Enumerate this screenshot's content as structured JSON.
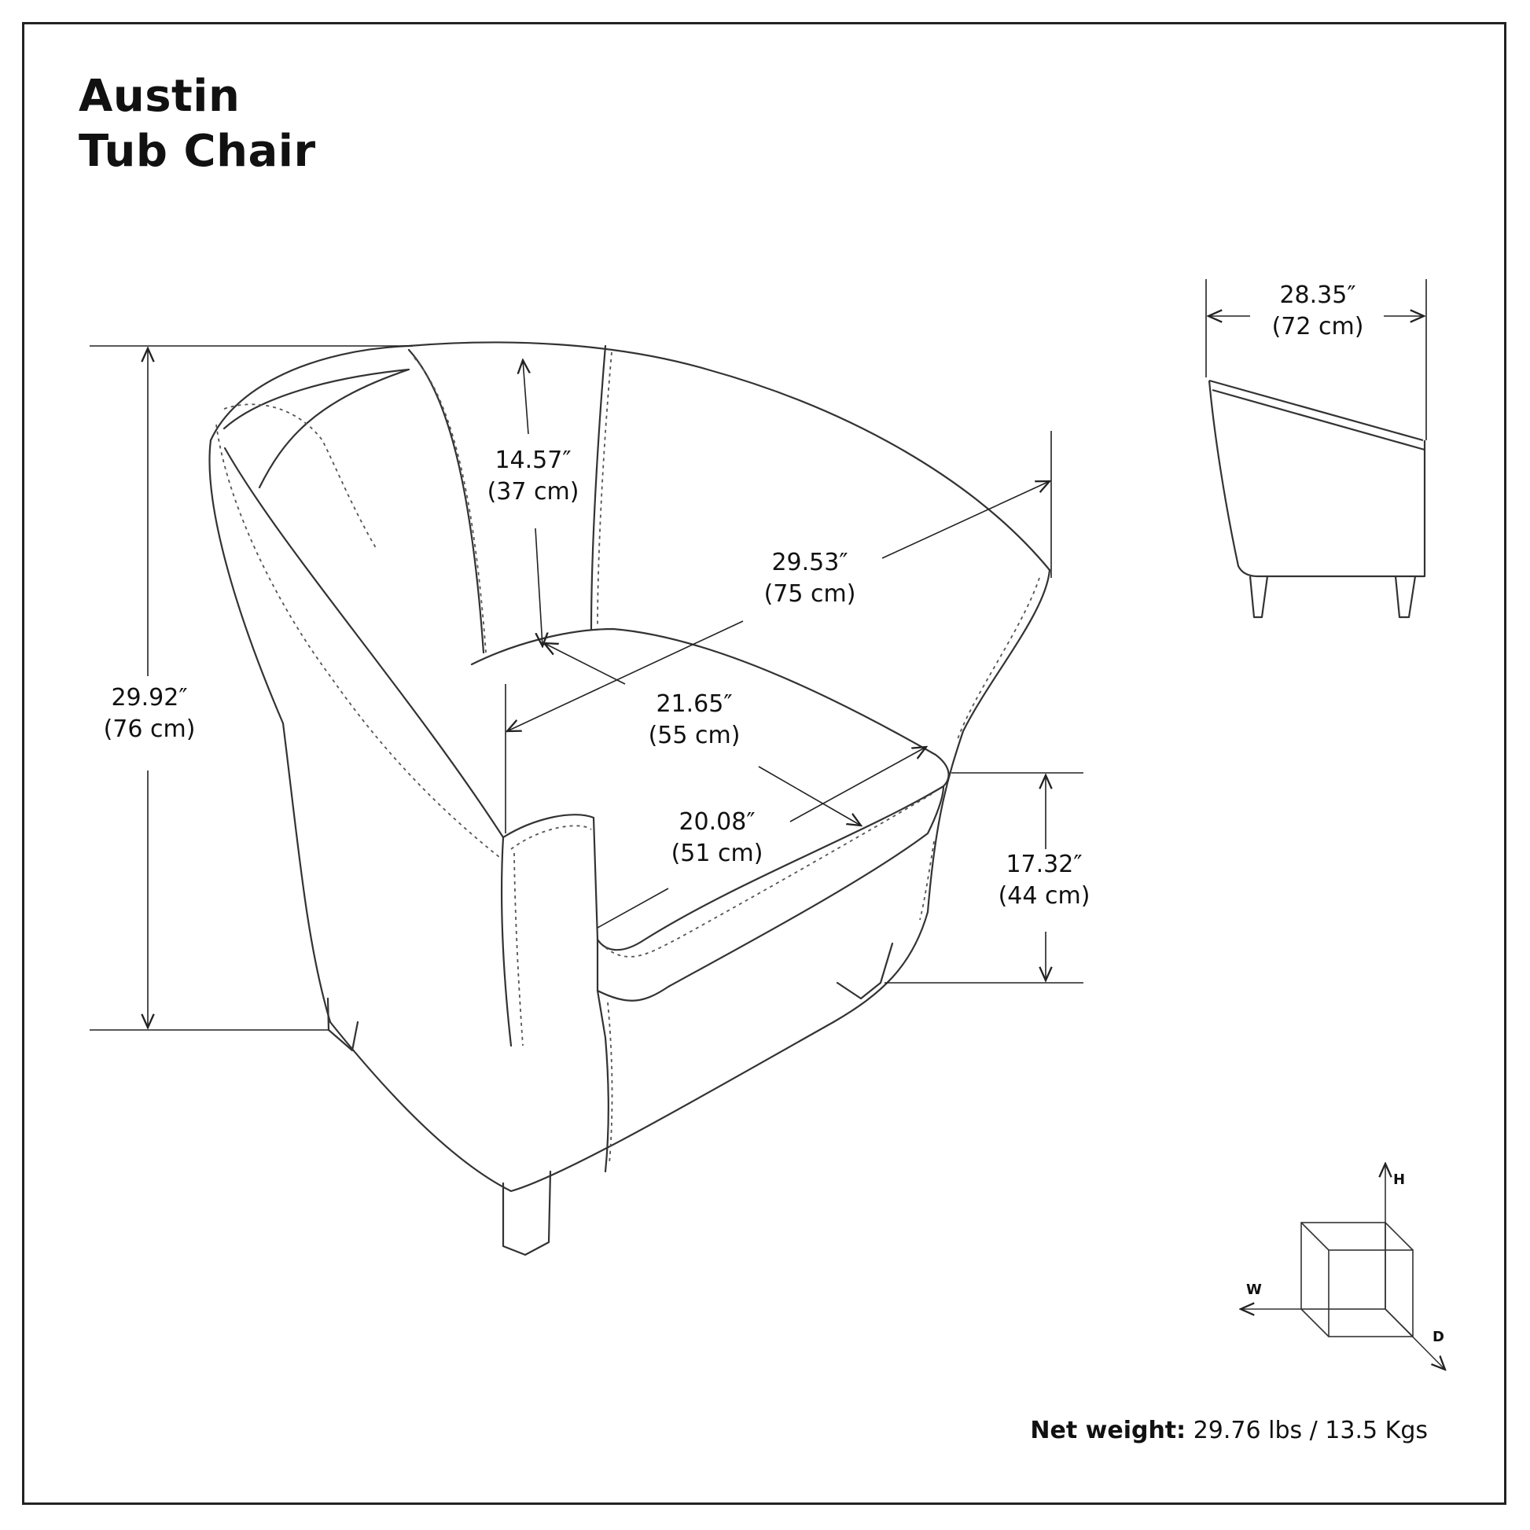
{
  "title": {
    "line1": "Austin",
    "line2": "Tub Chair"
  },
  "dimensions": {
    "overall_height": {
      "in": "29.92″",
      "cm": "(76 cm)"
    },
    "back_height": {
      "in": "14.57″",
      "cm": "(37 cm)"
    },
    "overall_width": {
      "in": "29.53″",
      "cm": "(75 cm)"
    },
    "seat_width": {
      "in": "21.65″",
      "cm": "(55 cm)"
    },
    "seat_depth": {
      "in": "20.08″",
      "cm": "(51 cm)"
    },
    "seat_height": {
      "in": "17.32″",
      "cm": "(44 cm)"
    },
    "overall_depth": {
      "in": "28.35″",
      "cm": "(72 cm)"
    }
  },
  "axes": {
    "height": "H",
    "width": "W",
    "depth": "D"
  },
  "net_weight": {
    "label": "Net weight:",
    "value": "29.76 lbs / 13.5 Kgs"
  }
}
